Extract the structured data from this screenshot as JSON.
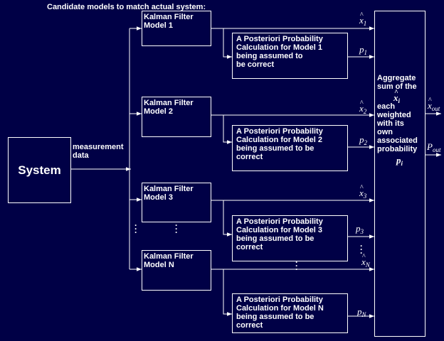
{
  "header": {
    "title": "Candidate models to match actual system:"
  },
  "system": {
    "label": "System"
  },
  "measurement": {
    "line1": "measurement",
    "line2": "data"
  },
  "filters": [
    {
      "line1": "Kalman Filter",
      "line2": "Model 1"
    },
    {
      "line1": "Kalman Filter",
      "line2": "Model 2"
    },
    {
      "line1": "Kalman Filter",
      "line2": "Model 3"
    },
    {
      "line1": "Kalman Filter",
      "line2": "Model N"
    }
  ],
  "app_boxes": [
    {
      "line1": "A Posteriori Probability",
      "line2": "Calculation for Model 1",
      "line3": "being assumed to",
      "line4": "be correct"
    },
    {
      "line1": "A Posteriori Probability",
      "line2": "Calculation for Model 2",
      "line3": "being assumed to be",
      "line4": "correct"
    },
    {
      "line1": "A Posteriori Probability",
      "line2": "Calculation for Model 3",
      "line3": "being assumed to be",
      "line4": "correct"
    },
    {
      "line1": "A Posteriori Probability",
      "line2": "Calculation for Model N",
      "line3": "being assumed to be",
      "line4": "correct"
    }
  ],
  "estimates": [
    {
      "sym": "x",
      "sub": "1"
    },
    {
      "sym": "x",
      "sub": "2"
    },
    {
      "sym": "x",
      "sub": "3"
    },
    {
      "sym": "x",
      "sub": "N"
    }
  ],
  "probabilities": [
    {
      "sym": "p",
      "sub": "1"
    },
    {
      "sym": "p",
      "sub": "2"
    },
    {
      "sym": "p",
      "sub": "3"
    },
    {
      "sym": "p",
      "sub": "N"
    }
  ],
  "aggregate": {
    "line1": "Aggregate",
    "line2": "sum of the",
    "xi_sym": "x",
    "xi_sub": "i",
    "line3": "each",
    "line4": "weighted",
    "line5": "with its",
    "line6": "own",
    "line7": "associated",
    "line8": "probability",
    "pi_sym": "p",
    "pi_sub": "i"
  },
  "outputs": {
    "x_sym": "x",
    "x_sub": "out",
    "p_sym": "P",
    "p_sub": "out"
  },
  "colors": {
    "background": "#000046",
    "foreground": "#ffffff"
  }
}
